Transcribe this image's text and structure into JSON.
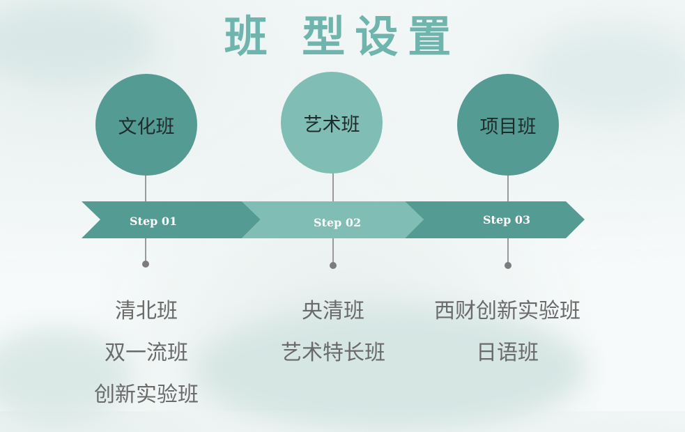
{
  "title": "班 型设置",
  "colors": {
    "dark_teal": "#549b94",
    "light_teal": "#80bdb5",
    "title": "#6fb5ae",
    "text": "#6a6a6a"
  },
  "columns": [
    {
      "name": "文化班",
      "step": "Step 01",
      "items": [
        "清北班",
        "双一流班",
        "创新实验班"
      ]
    },
    {
      "name": "艺术班",
      "step": "Step 02",
      "items": [
        "央清班",
        "艺术特长班"
      ]
    },
    {
      "name": "项目班",
      "step": "Step 03",
      "items": [
        "西财创新实验班",
        "日语班"
      ]
    }
  ]
}
